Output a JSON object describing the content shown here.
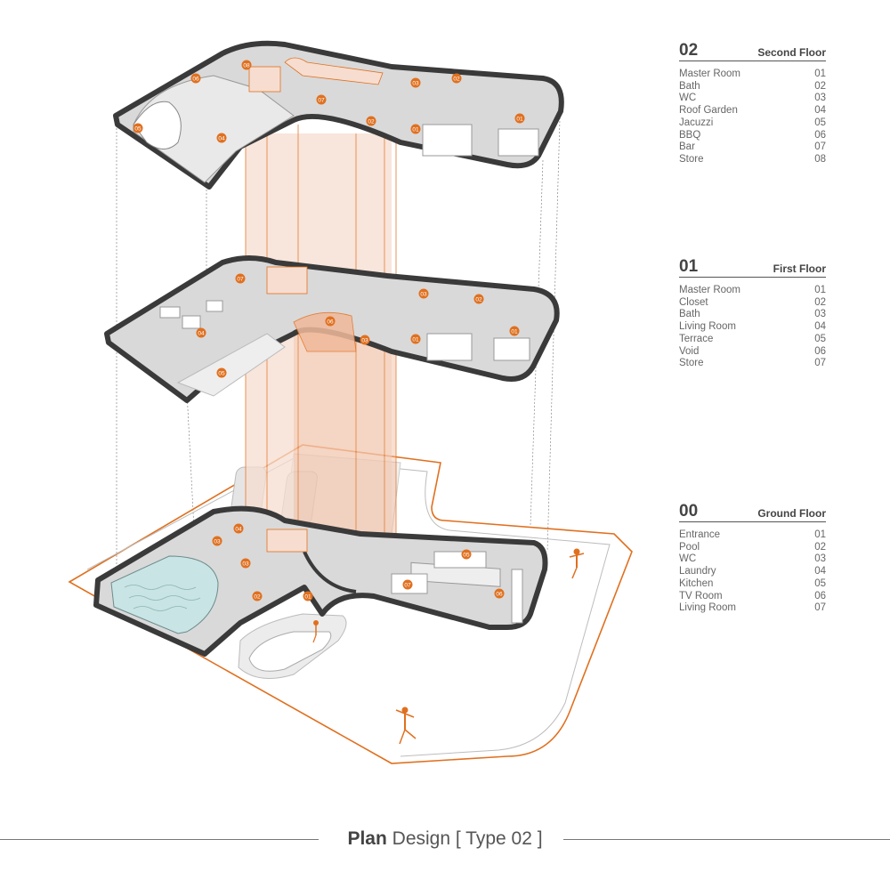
{
  "colors": {
    "accent": "#e0701f",
    "accent_light": "#f6ddd0",
    "wall": "#3a3a3a",
    "floor": "#d9d9d9",
    "text": "#555555"
  },
  "legends": [
    {
      "number": "02",
      "title": "Second Floor",
      "rooms": [
        {
          "name": "Master Room",
          "code": "01"
        },
        {
          "name": "Bath",
          "code": "02"
        },
        {
          "name": "WC",
          "code": "03"
        },
        {
          "name": "Roof Garden",
          "code": "04"
        },
        {
          "name": "Jacuzzi",
          "code": "05"
        },
        {
          "name": "BBQ",
          "code": "06"
        },
        {
          "name": "Bar",
          "code": "07"
        },
        {
          "name": "Store",
          "code": "08"
        }
      ]
    },
    {
      "number": "01",
      "title": "First Floor",
      "rooms": [
        {
          "name": "Master Room",
          "code": "01"
        },
        {
          "name": "Closet",
          "code": "02"
        },
        {
          "name": "Bath",
          "code": "03"
        },
        {
          "name": "Living Room",
          "code": "04"
        },
        {
          "name": "Terrace",
          "code": "05"
        },
        {
          "name": "Void",
          "code": "06"
        },
        {
          "name": "Store",
          "code": "07"
        }
      ]
    },
    {
      "number": "00",
      "title": "Ground Floor",
      "rooms": [
        {
          "name": "Entrance",
          "code": "01"
        },
        {
          "name": "Pool",
          "code": "02"
        },
        {
          "name": "WC",
          "code": "03"
        },
        {
          "name": "Laundry",
          "code": "04"
        },
        {
          "name": "Kitchen",
          "code": "05"
        },
        {
          "name": "TV Room",
          "code": "06"
        },
        {
          "name": "Living Room",
          "code": "07"
        }
      ]
    }
  ],
  "plan_markers": {
    "second_floor": [
      "08",
      "06",
      "05",
      "04",
      "07",
      "03",
      "02",
      "02",
      "01",
      "01"
    ],
    "first_floor": [
      "07",
      "04",
      "05",
      "06",
      "03",
      "02",
      "03",
      "01",
      "01"
    ],
    "ground_floor": [
      "04",
      "03",
      "03",
      "05",
      "02",
      "01",
      "07",
      "06"
    ]
  },
  "caption": {
    "bold": "Plan",
    "rest": "Design [ Type 02 ]"
  }
}
